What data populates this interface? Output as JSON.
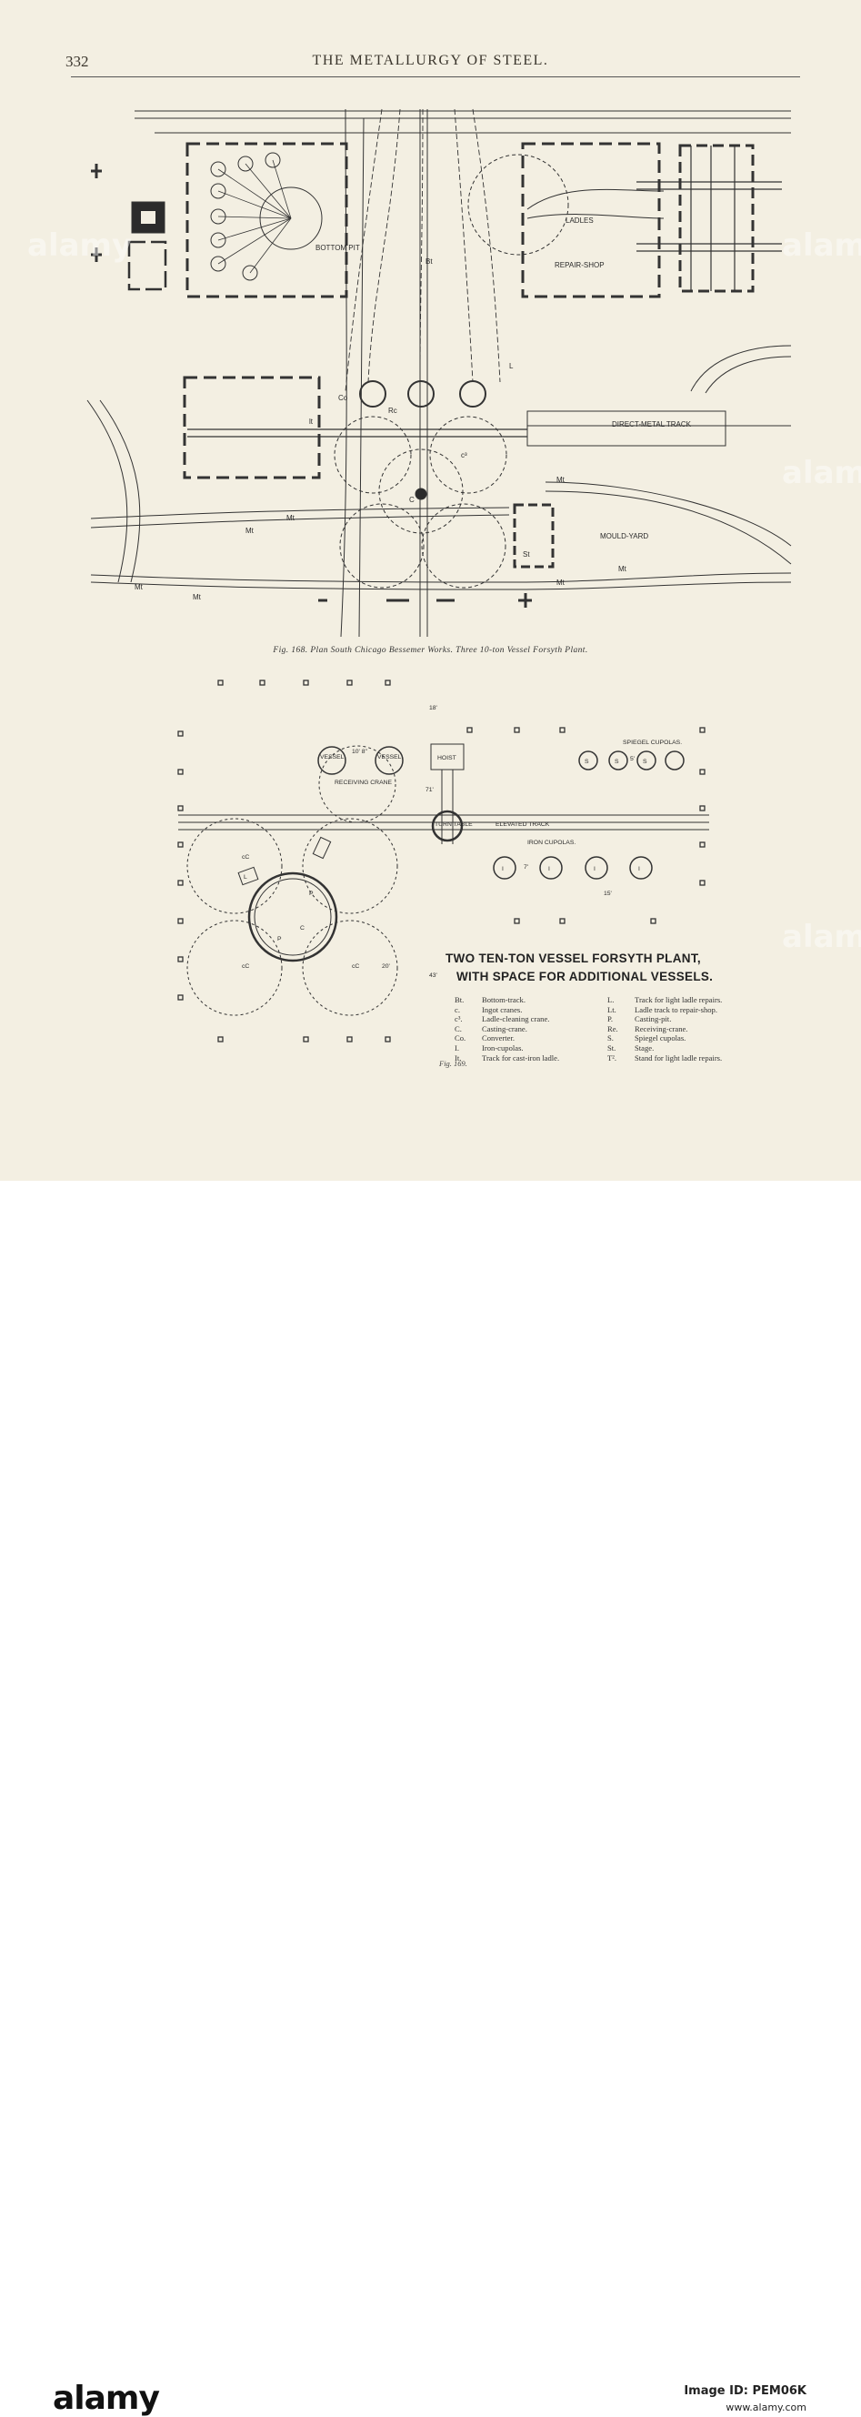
{
  "header": {
    "page_number": "332",
    "running_title": "THE METALLURGY OF STEEL."
  },
  "fig168": {
    "caption": "Fig. 168.  Plan South Chicago Bessemer Works.  Three 10-ton Vessel Forsyth Plant.",
    "labels": {
      "bottom_pit": "BOTTOM PIT",
      "ladles": "LADLES",
      "repair_shop": "REPAIR-SHOP",
      "direct_metal_track": "DIRECT-METAL TRACK",
      "mould_yard": "MOULD-YARD",
      "mt": "Mt",
      "bt": "Bt",
      "co": "Co",
      "rc": "Rc",
      "lt": "lt",
      "c": "c",
      "c_cap": "C",
      "c3": "c³",
      "l": "L",
      "st": "St"
    }
  },
  "fig169": {
    "title_line1": "TWO TEN-TON VESSEL  FORSYTH PLANT,",
    "title_line2": "WITH SPACE FOR ADDITIONAL VESSELS.",
    "caption": "Fig. 169.",
    "labels": {
      "vessel": "VESSEL",
      "vessel_dim": "10'",
      "vessel_spacing": "10' 8\"",
      "receiving_crane": "RECEIVING CRANE",
      "hoist": "HOIST",
      "turn_table": "TURN TABLE",
      "elevated_track": "ELEVATED TRACK",
      "spiegel_cupolas": "SPIEGEL CUPOLAS.",
      "iron_cupolas": "IRON CUPOLAS.",
      "s": "S",
      "i": "I",
      "p": "P",
      "l": "L",
      "cc": "cC",
      "c_cap": "C",
      "dim_18": "18'",
      "dim_71": "71'",
      "dim_20": "20'",
      "dim_7": "7'",
      "dim_5": "5'",
      "dim_15": "15'",
      "dim_43": "43'"
    }
  },
  "legend": {
    "left": [
      {
        "abbr": "Bt.",
        "text": "Bottom-track."
      },
      {
        "abbr": "c.",
        "text": "Ingot cranes."
      },
      {
        "abbr": "c³.",
        "text": "Ladle-cleaning crane."
      },
      {
        "abbr": "C.",
        "text": "Casting-crane."
      },
      {
        "abbr": "Co.",
        "text": "Converter."
      },
      {
        "abbr": "I.",
        "text": "Iron-cupolas."
      },
      {
        "abbr": "It.",
        "text": "Track for cast-iron ladle."
      }
    ],
    "right": [
      {
        "abbr": "L.",
        "text": "Track for light ladle repairs."
      },
      {
        "abbr": "Lt.",
        "text": "Ladle track to repair-shop."
      },
      {
        "abbr": "P.",
        "text": "Casting-pit."
      },
      {
        "abbr": "Re.",
        "text": "Receiving-crane."
      },
      {
        "abbr": "S.",
        "text": "Spiegel cupolas."
      },
      {
        "abbr": "St.",
        "text": "Stage."
      },
      {
        "abbr": "T².",
        "text": "Stand for light ladle repairs."
      }
    ]
  },
  "watermark": {
    "text": "alamy"
  },
  "footer": {
    "logo": "alamy",
    "image_id_label": "Image ID: PEM06K",
    "url": "www.alamy.com"
  },
  "colors": {
    "paper": "#f3efe2",
    "ink": "#2b2b2b"
  }
}
